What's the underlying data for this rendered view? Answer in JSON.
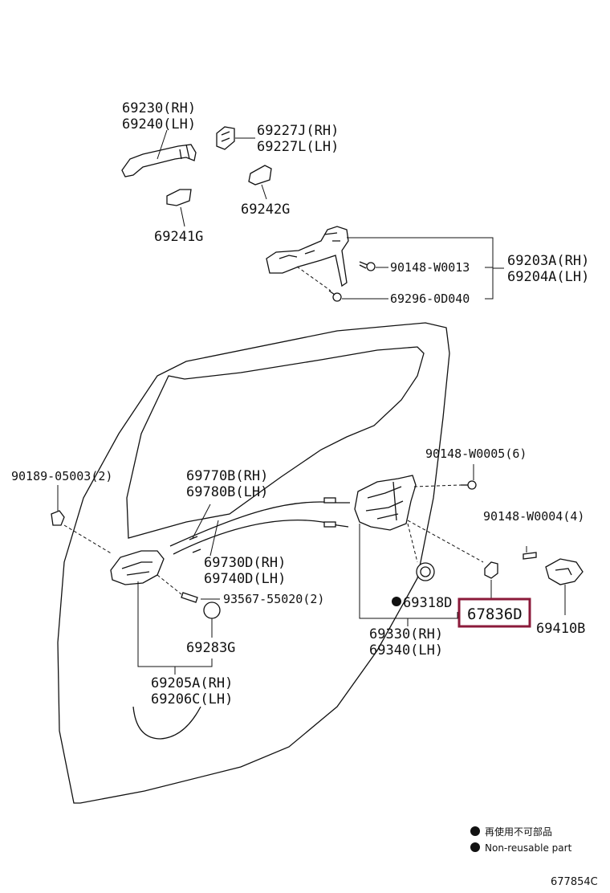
{
  "labels": {
    "handle_rh": "69230(RH)",
    "handle_lh": "69240(LH)",
    "cover_rh": "69227J(RH)",
    "cover_lh": "69227L(LH)",
    "pad_g": "69242G",
    "pad_241g": "69241G",
    "bolt_w0013": "90148-W0013",
    "bolt_0d040": "69296-0D040",
    "frame_rh": "69203A(RH)",
    "frame_lh": "69204A(LH)",
    "screw_w0005": "90148-W0005(6)",
    "screw_w0004": "90148-W0004(4)",
    "clip_05003": "90189-05003(2)",
    "cable_770b": "69770B(RH)",
    "cable_780b": "69780B(LH)",
    "cable_730d": "69730D(RH)",
    "cable_740d": "69740D(LH)",
    "screw_55020": "93567-55020(2)",
    "cap_g": "69283G",
    "inner_rh": "69205A(RH)",
    "inner_lh": "69206C(LH)",
    "grommet": "69318D",
    "lock_rh": "69330(RH)",
    "lock_lh": "69340(LH)",
    "highlighted": "67836D",
    "striker": "69410B"
  },
  "legend": {
    "line1": "再使用不可部品",
    "line2": "Non-reusable part"
  },
  "ref_code": "677854C",
  "colors": {
    "highlight_box": "#8b1a3a",
    "ink": "#111111"
  }
}
